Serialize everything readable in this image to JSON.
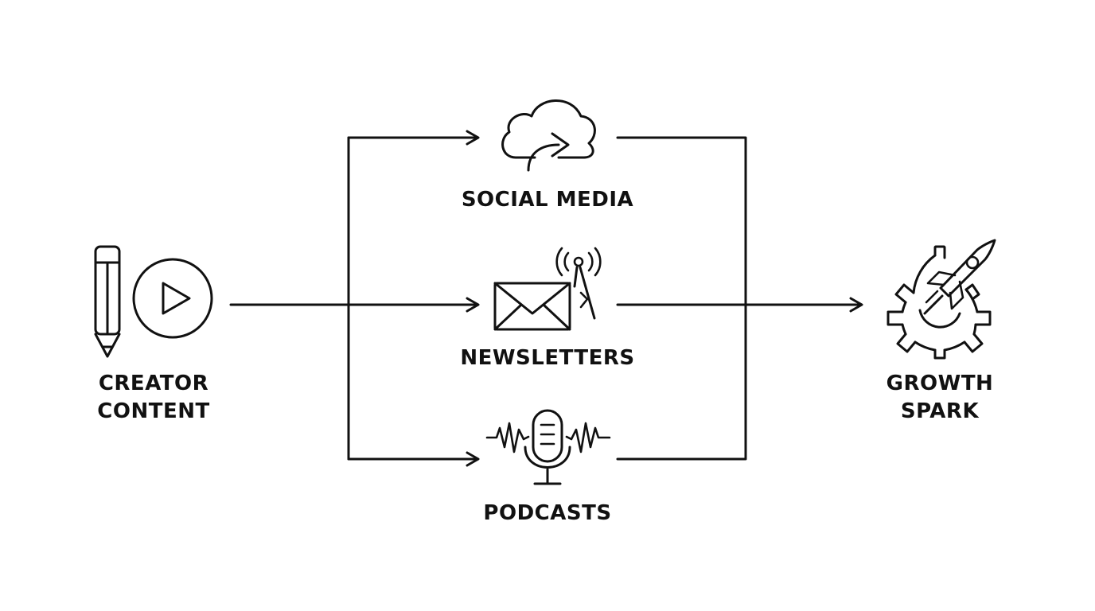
{
  "nodes": {
    "source": {
      "line1": "CREATOR",
      "line2": "CONTENT",
      "icons": [
        "pencil-icon",
        "play-icon"
      ]
    },
    "social": {
      "label": "SOCIAL MEDIA",
      "icon": "cloud-share-icon"
    },
    "newsletters": {
      "label": "NEWSLETTERS",
      "icon": "envelope-broadcast-icon"
    },
    "podcasts": {
      "label": "PODCASTS",
      "icon": "microphone-waveform-icon"
    },
    "target": {
      "line1": "GROWTH",
      "line2": "SPARK",
      "icon": "gear-rocket-icon"
    }
  },
  "colors": {
    "stroke": "#111111",
    "background": "#ffffff"
  }
}
